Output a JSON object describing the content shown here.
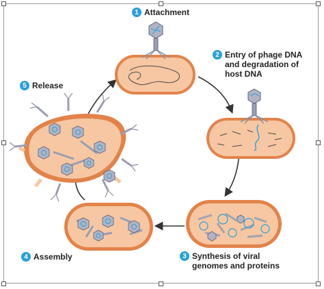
{
  "steps": [
    {
      "number": "1",
      "label": "Attachment"
    },
    {
      "number": "2",
      "label": "Entry of phage DNA\nand degradation of\nhost DNA"
    },
    {
      "number": "3",
      "label": "Synthesis of viral\ngenomes and proteins"
    },
    {
      "number": "4",
      "label": "Assembly"
    },
    {
      "number": "5",
      "label": "Release"
    }
  ],
  "colors": {
    "cell_fill": "#f6c7a2",
    "cell_rim": "#e2834b",
    "phage_body": "#9a9eb0",
    "dna": "#2aa0d9",
    "badge": "#2aa0d9",
    "arrow": "#333333"
  }
}
